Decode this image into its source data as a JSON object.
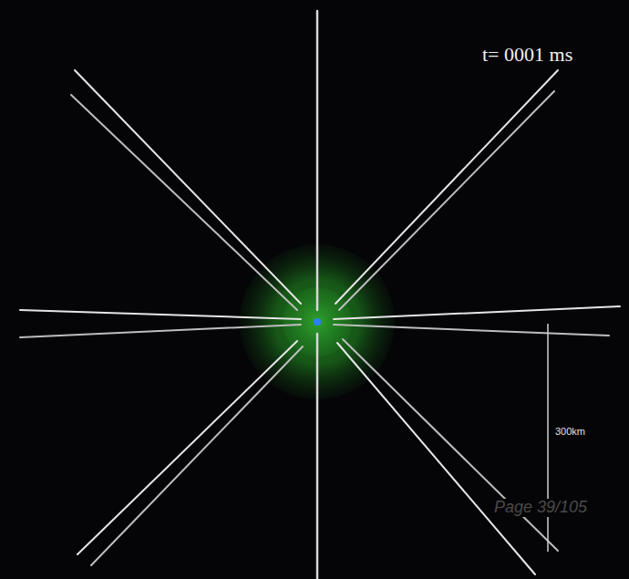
{
  "diagram": {
    "labels": [
      "t= 0001 ms",
      "300km",
      "Page 39/105"
    ]
  }
}
